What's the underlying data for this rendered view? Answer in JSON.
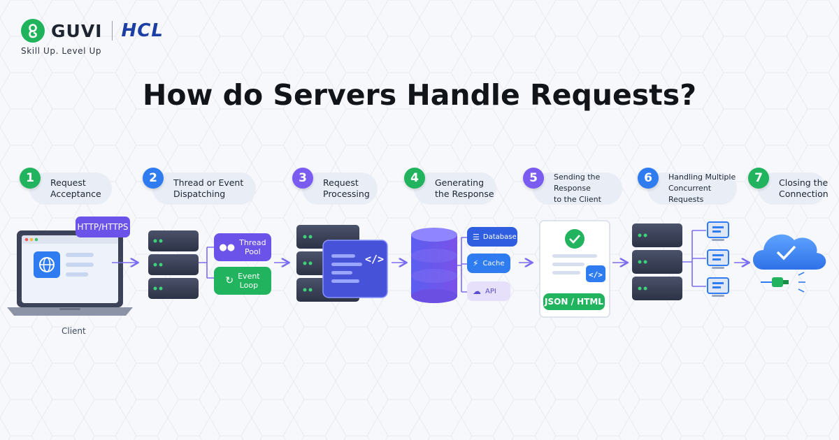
{
  "brand": {
    "guvi": "GUVI",
    "hcl": "HCL",
    "tagline": "Skill Up. Level Up"
  },
  "title": "How do Servers Handle Requests?",
  "steps": [
    {
      "number": "1",
      "line1": "Request",
      "line2": "Acceptance",
      "color": "#22b35e"
    },
    {
      "number": "2",
      "line1": "Thread or Event",
      "line2": "Dispatching",
      "color": "#2f7bf0"
    },
    {
      "number": "3",
      "line1": "Request",
      "line2": "Processing",
      "color": "#7a5cf0"
    },
    {
      "number": "4",
      "line1": "Generating",
      "line2": "the Response",
      "color": "#22b35e"
    },
    {
      "number": "5",
      "line1": "Sending the Response",
      "line2": "to the Client",
      "color": "#7a5cf0"
    },
    {
      "number": "6",
      "line1": "Handling Multiple",
      "line2": "Concurrent Requests",
      "color": "#2f7bf0"
    },
    {
      "number": "7",
      "line1": "Closing the",
      "line2": "Connection",
      "color": "#22b35e"
    }
  ],
  "client": {
    "protocol": "HTTP/HTTPS",
    "label": "Client"
  },
  "dispatch": {
    "thread_line1": "Thread",
    "thread_line2": "Pool",
    "event_line1": "Event",
    "event_line2": "Loop"
  },
  "response": {
    "database": "Database",
    "cache": "Cache",
    "api": "API"
  },
  "sending": {
    "format": "JSON / HTML"
  },
  "colors": {
    "green": "#22b35e",
    "blue": "#2f7bf0",
    "purple": "#7a5cf0",
    "server": "#3b4258",
    "arrow": "#7b6cf0"
  }
}
